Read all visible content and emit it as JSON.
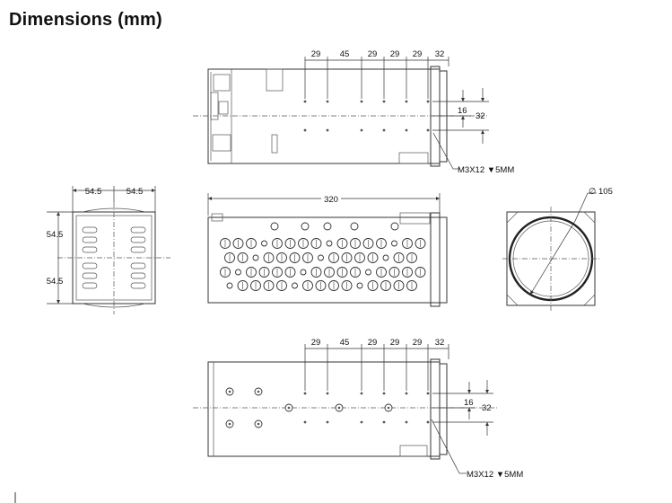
{
  "title": "Dimensions (mm)",
  "top_view": {
    "spacing_labels": [
      "29",
      "45",
      "29",
      "29",
      "29",
      "32"
    ],
    "height_inner": "16",
    "height_outer": "32",
    "thread_note": "M3X12 ▼5MM"
  },
  "front_view": {
    "half_width_left": "54.5",
    "half_width_right": "54.5",
    "half_height_top": "54.5",
    "half_height_bottom": "54.5"
  },
  "side_view": {
    "length": "320"
  },
  "lens_view": {
    "diameter": "105"
  },
  "bottom_view": {
    "spacing_labels": [
      "29",
      "45",
      "29",
      "29",
      "29",
      "32"
    ],
    "height_inner": "16",
    "height_outer": "32",
    "thread_note": "M3X12 ▼5MM"
  }
}
